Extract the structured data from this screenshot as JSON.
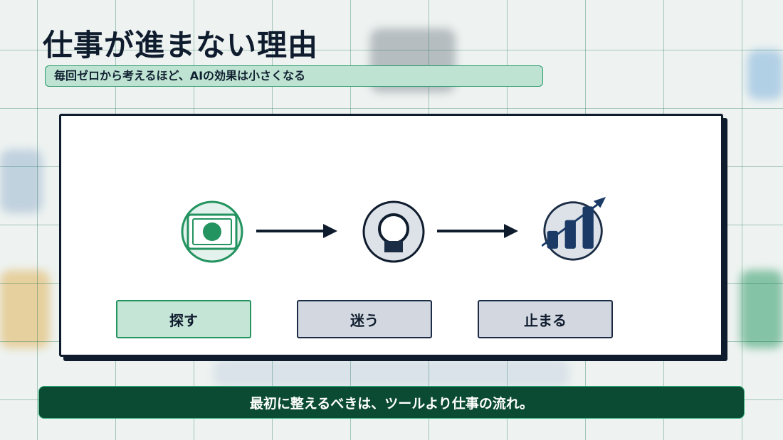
{
  "header": {
    "title": "仕事が進まない理由",
    "subtitle": "毎回ゼロから考えるほど、AIの効果は小さくなる"
  },
  "flow": {
    "steps": [
      {
        "label": "探す",
        "icon": "search-screen-icon",
        "style": "green"
      },
      {
        "label": "迷う",
        "icon": "idea-bulb-icon",
        "style": "gray"
      },
      {
        "label": "止まる",
        "icon": "growth-chart-icon",
        "style": "gray"
      }
    ]
  },
  "footer": {
    "message": "最初に整えるべきは、ツールより仕事の流れ。"
  },
  "colors": {
    "green_accent": "#23935f",
    "navy": "#0f1c2e",
    "dark_green_banner": "#0b4a33",
    "light_green": "#c5e6d7",
    "light_gray": "#d3d8e0"
  }
}
